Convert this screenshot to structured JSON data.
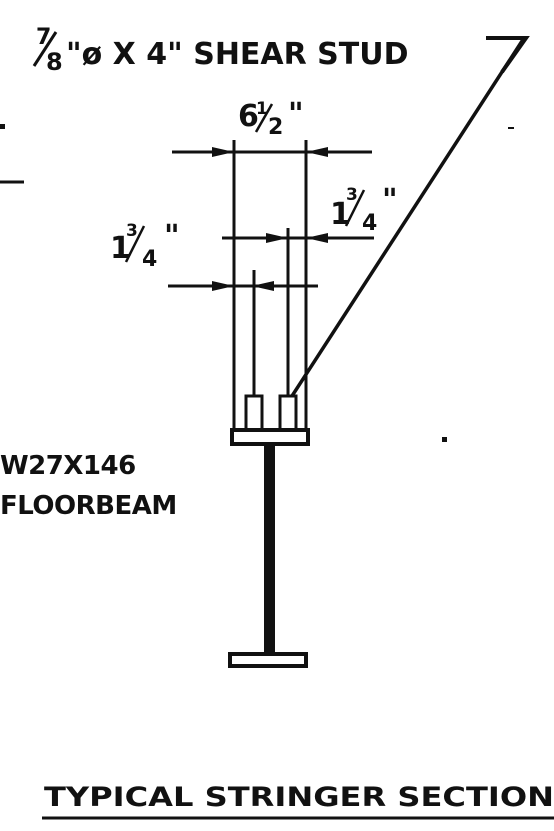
{
  "callout": {
    "stud_fraction_num": "7",
    "stud_fraction_den": "8",
    "stud_rest": "\"ø X 4\" SHEAR STUD"
  },
  "dimensions": {
    "overall_whole": "6",
    "overall_num": "1",
    "overall_den": "2",
    "overall_unit": "\"",
    "right_whole": "1",
    "right_num": "3",
    "right_den": "4",
    "right_unit": "\"",
    "left_whole": "1",
    "left_num": "3",
    "left_den": "4",
    "left_unit": "\""
  },
  "beam_label": {
    "line1": "W27X146",
    "line2": "FLOORBEAM"
  },
  "title": "TYPICAL STRINGER SECTION"
}
